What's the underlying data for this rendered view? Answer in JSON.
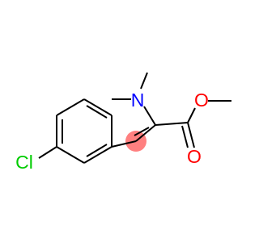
{
  "molecule": {
    "atoms": {
      "chlorine": {
        "label": "Cl",
        "color": "#00cc00"
      },
      "nitrogen": {
        "label": "N",
        "color": "#0000ff"
      },
      "carbonyl_oxygen": {
        "label": "O",
        "color": "#ff0000"
      },
      "ester_oxygen": {
        "label": "O",
        "color": "#ff0000"
      }
    },
    "highlight_color": "#ff8080",
    "bond_color": "#000000"
  }
}
